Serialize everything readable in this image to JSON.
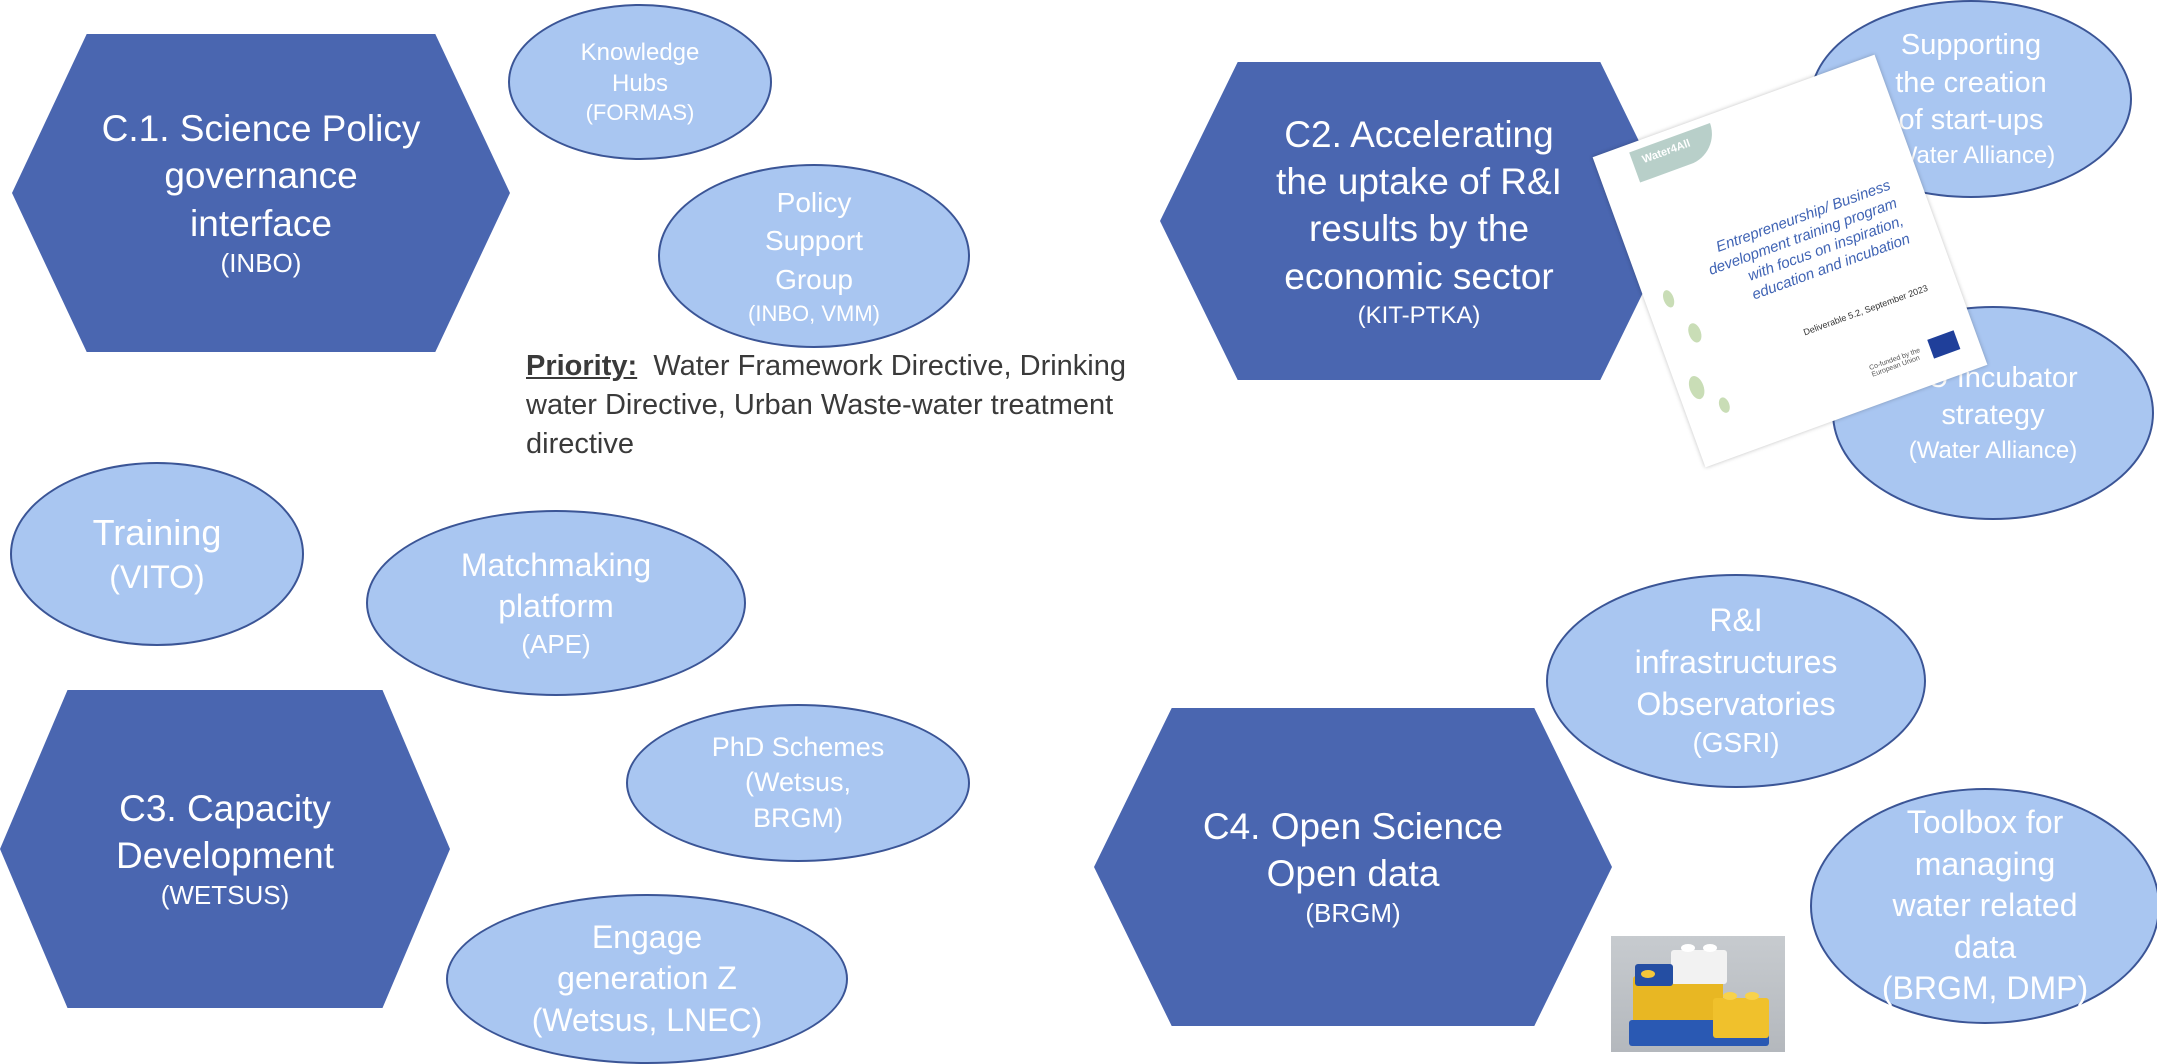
{
  "components": {
    "c1": {
      "title": "C.1. Science Policy governance interface",
      "sub": "(INBO)"
    },
    "c2": {
      "title": "C2. Accelerating the uptake of R&I results by the economic sector",
      "sub": "(KIT-PTKA)"
    },
    "c3": {
      "title": "C3. Capacity Development",
      "sub": "(WETSUS)"
    },
    "c4": {
      "title": "C4. Open Science Open data",
      "sub": "(BRGM)"
    }
  },
  "activities": {
    "knowledge_hubs": {
      "title": "Knowledge Hubs",
      "sub": "(FORMAS)"
    },
    "policy_support": {
      "title": "Policy Support Group",
      "sub": "(INBO, VMM)"
    },
    "startups": {
      "title": "Supporting the creation of start-ups",
      "sub": "(Water Alliance)"
    },
    "incubator": {
      "title": "EU Incubator strategy",
      "sub": "(Water Alliance)"
    },
    "training": {
      "title": "Training",
      "sub": "(VITO)"
    },
    "matchmaking": {
      "title": "Matchmaking platform",
      "sub": "(APE)"
    },
    "phd": {
      "title": "PhD Schemes",
      "sub": "(Wetsus, BRGM)"
    },
    "genz": {
      "title": "Engage generation Z",
      "sub": "(Wetsus, LNEC)"
    },
    "infra": {
      "title": "R&I infrastructures Observatories",
      "sub": "(GSRI)"
    },
    "toolbox": {
      "title": "Toolbox for managing water related data",
      "sub": "(BRGM, DMP)"
    }
  },
  "priority": {
    "label": "Priority:",
    "text": "Water Framework Directive, Drinking water Directive, Urban Waste-water treatment directive"
  },
  "document_thumbnail": {
    "logo": "Water4All",
    "title": "Entrepreneurship/ Business development training program with focus on inspiration, education and incubation",
    "deliverable": "Deliverable 5.2, September 2023",
    "funding": "Co-funded by the European Union"
  },
  "colors": {
    "hexagon": "#4a66b0",
    "ellipse_fill": "#a9c6f1",
    "ellipse_border": "#3b5596",
    "text_light": "#ffffff",
    "priority_text": "#3a3a3a"
  }
}
